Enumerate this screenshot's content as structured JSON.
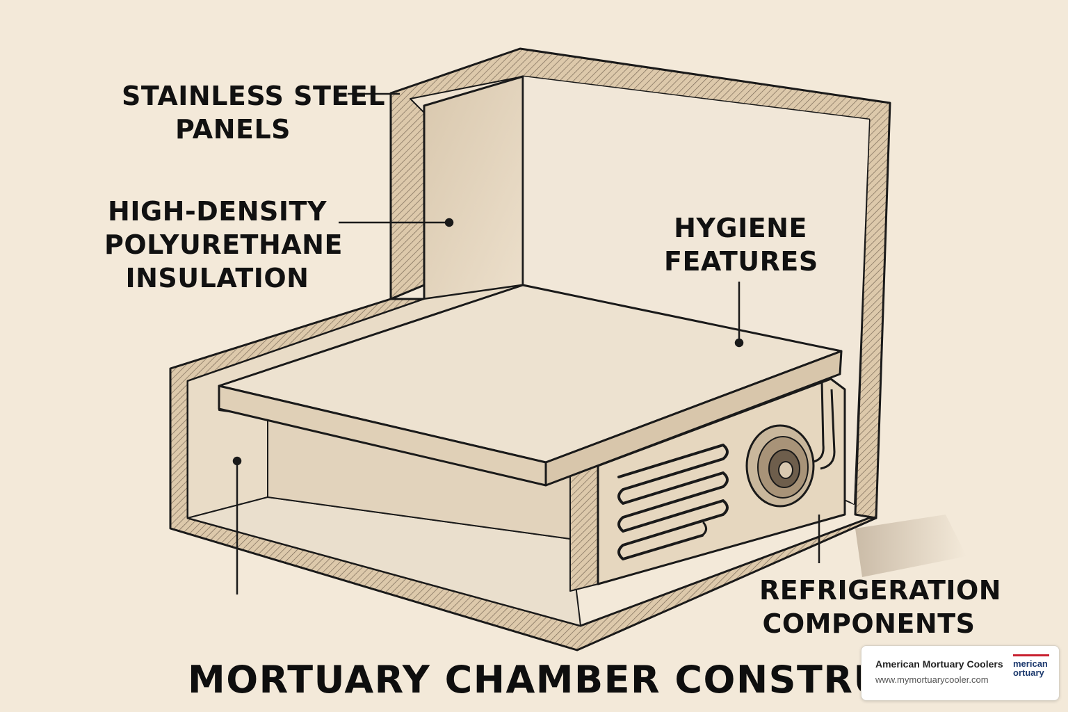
{
  "labels": {
    "stainless_steel": [
      "STAINLESS STEEL",
      "PANELS"
    ],
    "insulation": [
      "HIGH-DENSITY",
      "POLYURETHANE",
      "INSULATION"
    ],
    "hygiene": [
      "HYGIENE",
      "FEATURES"
    ],
    "refrigeration": [
      "REFRIGERATION",
      "COMPONENTS"
    ]
  },
  "title": "MORTUARY CHAMBER CONSTRUCTION",
  "badge": {
    "name": "American Mortuary Coolers",
    "url": "www.mymortuarycooler.com",
    "logo_text": [
      "merican",
      "ortuary"
    ]
  },
  "colors": {
    "background": "#f3e9d9",
    "ink": "#1a1a1a",
    "panel_fill": "#e6d7c0",
    "hatch": "#7a6a58"
  }
}
